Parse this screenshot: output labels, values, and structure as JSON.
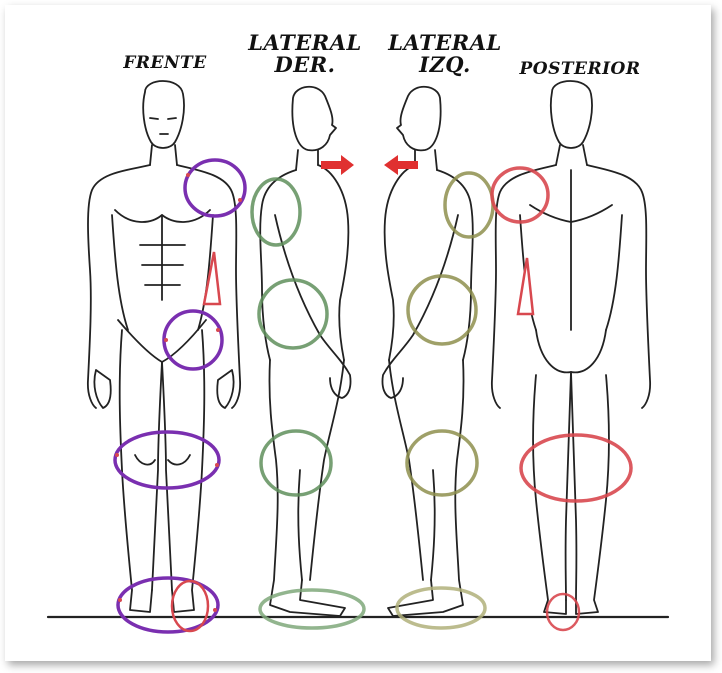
{
  "views": {
    "front": {
      "label": "FRENTE"
    },
    "right_lateral": {
      "line1": "LATERAL",
      "line2": "DER."
    },
    "left_lateral": {
      "line1": "LATERAL",
      "line2": "IZQ."
    },
    "posterior": {
      "label": "POSTERIOR"
    }
  },
  "colors": {
    "purple": "#7a2fb0",
    "red": "#d8484f",
    "green": "#5f8f5c",
    "olive": "#8e8f4e",
    "arrow_red": "#e03030",
    "line": "#222222"
  }
}
